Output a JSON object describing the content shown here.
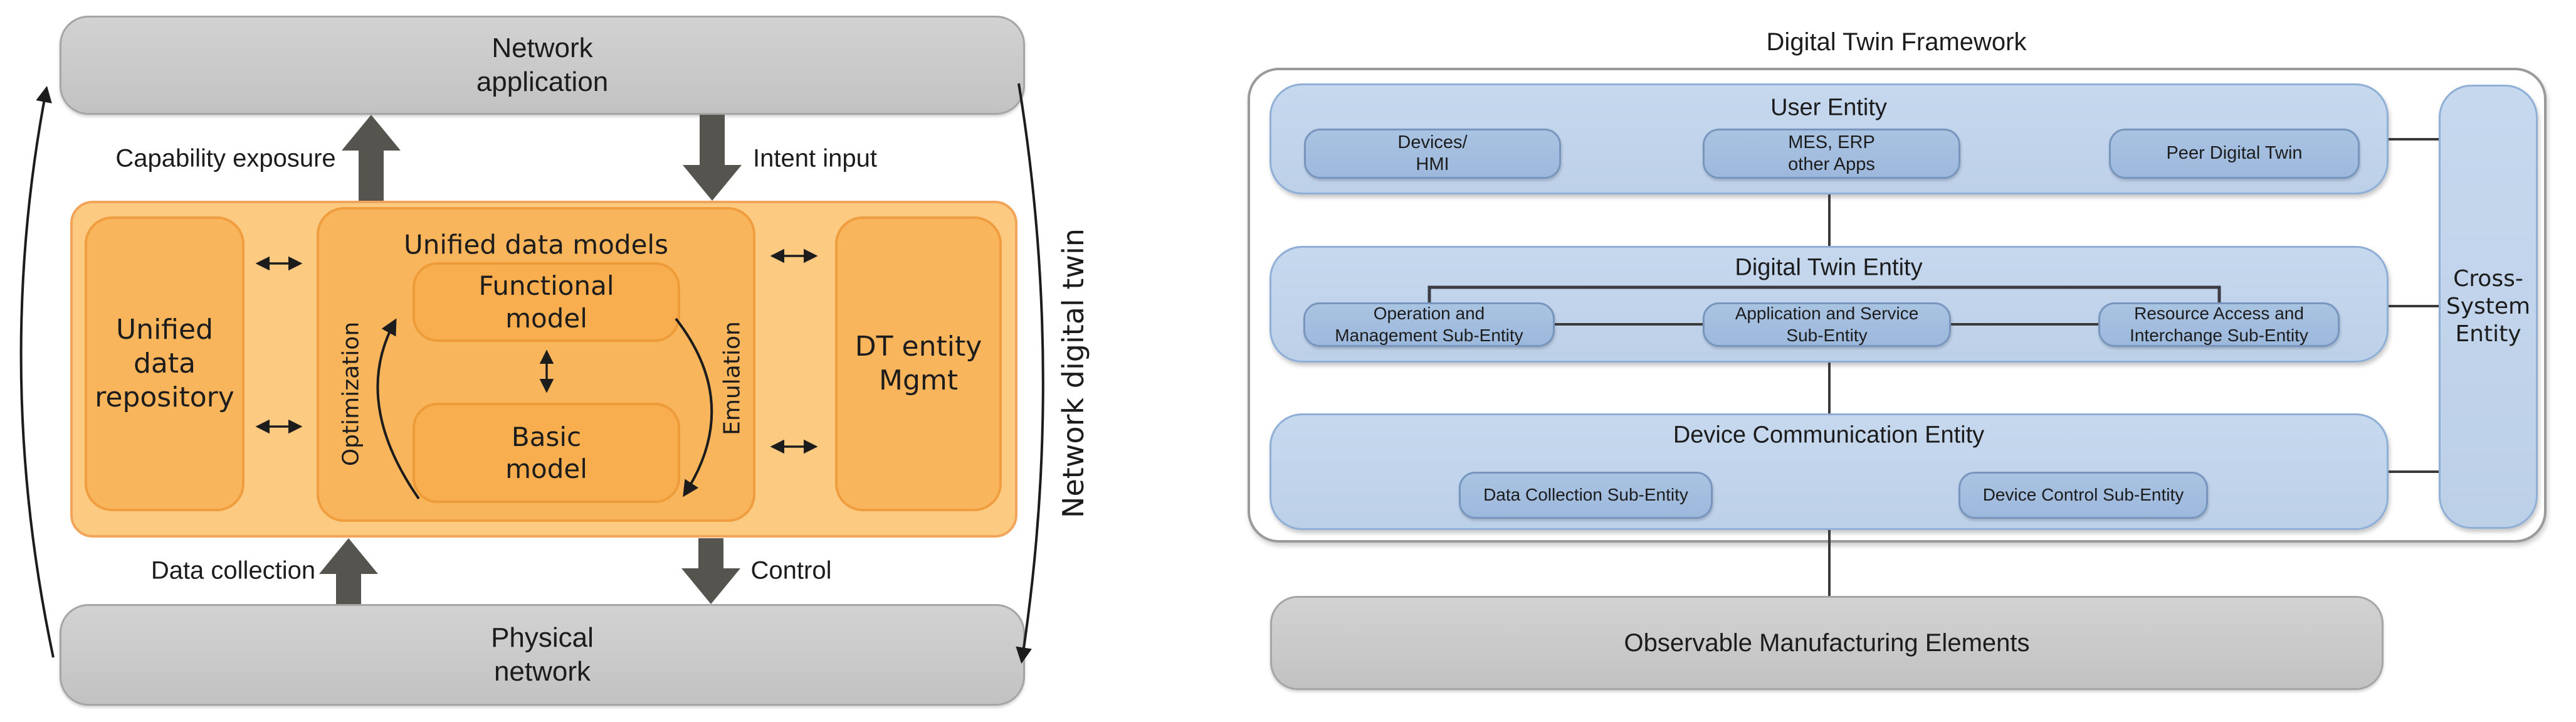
{
  "left_diagram": {
    "network_application": "Network\napplication",
    "capability_exposure": "Capability exposure",
    "intent_input": "Intent input",
    "unified_data_repository": "Unified data\nrepository",
    "unified_data_models": "Unified data models",
    "functional_model": "Functional\nmodel",
    "basic_model": "Basic\nmodel",
    "optimization": "Optimization",
    "emulation": "Emulation",
    "dt_entity_mgmt": "DT entity\nMgmt",
    "data_collection": "Data collection",
    "control": "Control",
    "physical_network": "Physical\nnetwork",
    "network_digital_twin": "Network digital twin"
  },
  "right_diagram": {
    "title": "Digital Twin Framework",
    "user_entity": {
      "label": "User Entity",
      "items": [
        "Devices/\nHMI",
        "MES, ERP\nother Apps",
        "Peer Digital Twin"
      ]
    },
    "digital_twin_entity": {
      "label": "Digital Twin Entity",
      "items": [
        "Operation and\nManagement Sub-Entity",
        "Application and Service\nSub-Entity",
        "Resource Access and\nInterchange Sub-Entity"
      ]
    },
    "device_communication_entity": {
      "label": "Device Communication Entity",
      "items": [
        "Data Collection Sub-Entity",
        "Device Control Sub-Entity"
      ]
    },
    "cross_system_entity": "Cross-\nSystem\nEntity",
    "observable_manufacturing_elements": "Observable Manufacturing Elements"
  },
  "colors": {
    "gray-fill": "#c7c7c7",
    "gray-border": "#a5a5a5",
    "block-arrow": "#55544e",
    "orange-container": "#fcca80",
    "orange-container-border": "#f2a45a",
    "orange-box": "#f9b55c",
    "orange-box-border": "#ef9d3e",
    "orange-model": "#f8ae4e",
    "orange-model-border": "#ee9b39",
    "blue-entity": "#bcd0e8",
    "blue-entity-border": "#8fafd6",
    "blue-sub": "#9cb8dc",
    "blue-sub-border": "#7795bd",
    "frame-border": "#9a9a9a",
    "line": "#2e2e2e",
    "text": "#1c1c1c"
  }
}
